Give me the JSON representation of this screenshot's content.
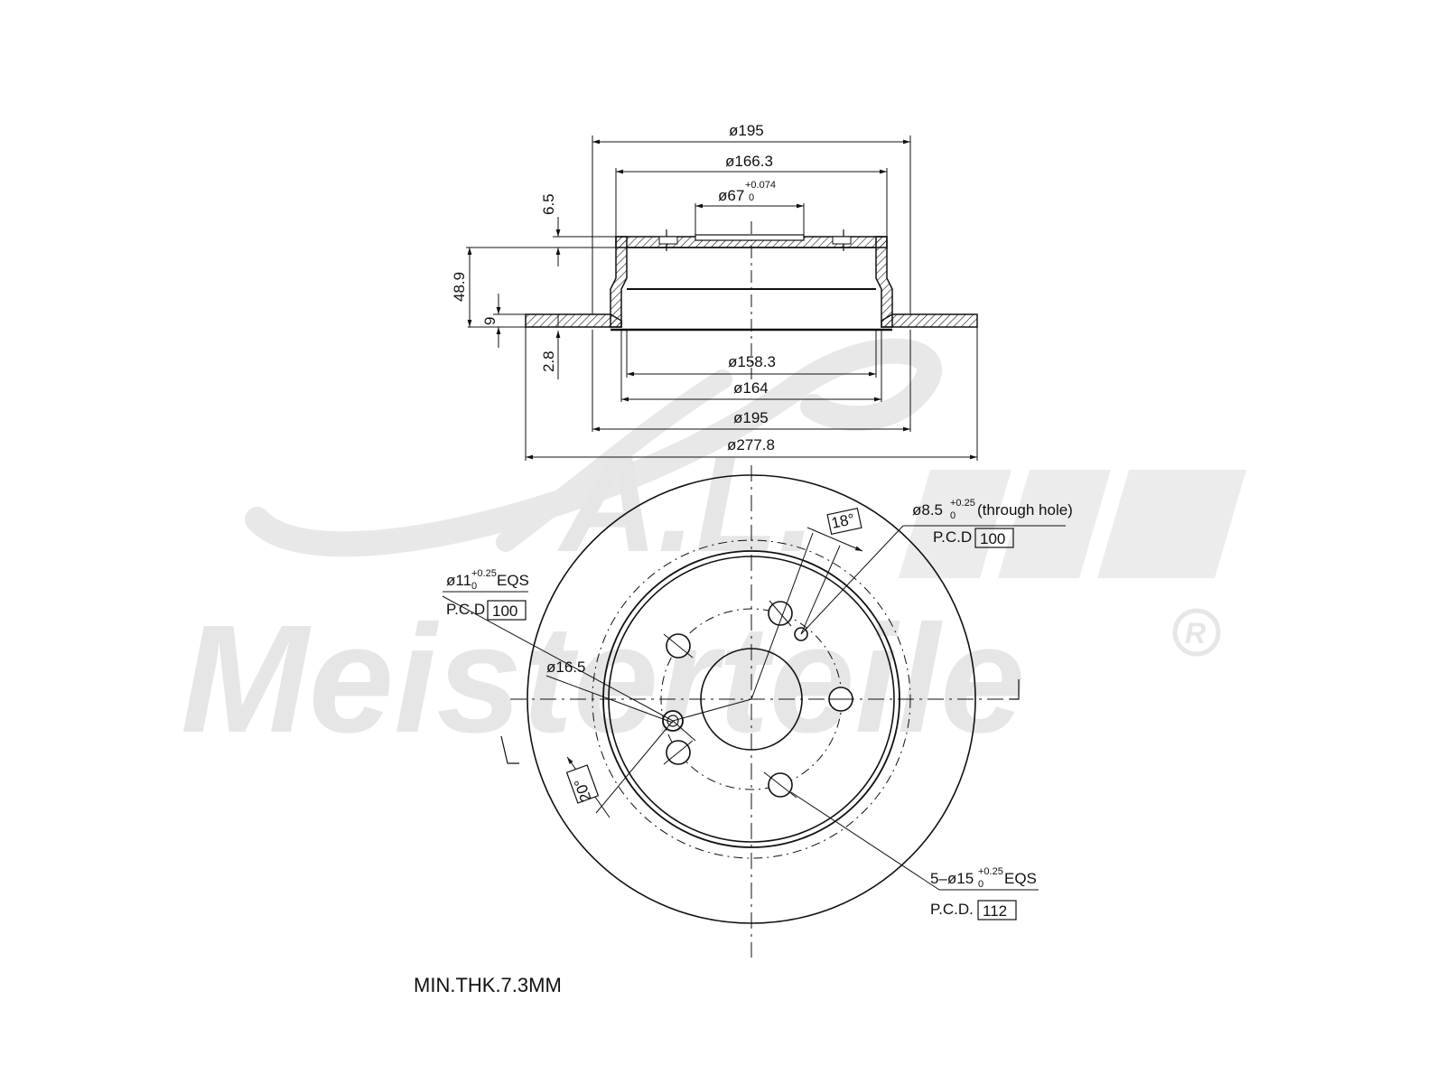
{
  "watermark": {
    "brand_top": "A.L.",
    "brand_bottom": "Meisterteile",
    "registered": "R"
  },
  "section_view": {
    "dim_outer_top": "ø195",
    "dim_hat_outer": "ø166.3",
    "dim_bore_main": "ø67",
    "dim_bore_tol_upper": "+0.074",
    "dim_bore_tol_lower": "0",
    "dim_height_hat": "6.5",
    "dim_total_height": "48.9",
    "dim_disc_thickness": "9",
    "dim_offset": "2.8",
    "dim_inner_1": "ø158.3",
    "dim_inner_2": "ø164",
    "dim_inner_3": "ø195",
    "dim_outer_diameter": "ø277.8"
  },
  "front_view": {
    "through_hole_main": "ø8.5",
    "through_hole_tol_upper": "+0.25",
    "through_hole_tol_lower": "0",
    "through_hole_note": "(through hole)",
    "through_hole_pcd_label": "P.C.D",
    "through_hole_pcd_value": "100",
    "angle_top": "18°",
    "hole11_main": "ø11",
    "hole11_tol_upper": "+0.25",
    "hole11_tol_lower": "0",
    "hole11_note": "EQS",
    "hole11_pcd_label": "P.C.D",
    "hole11_pcd_value": "100",
    "dim_16_5": "ø16.5",
    "angle_bottom": "20°",
    "bolt_main": "5–ø15",
    "bolt_tol_upper": "+0.25",
    "bolt_tol_lower": "0",
    "bolt_note": "EQS",
    "bolt_pcd_label": "P.C.D.",
    "bolt_pcd_value": "112"
  },
  "footer": {
    "min_thickness": "MIN.THK.7.3MM"
  }
}
